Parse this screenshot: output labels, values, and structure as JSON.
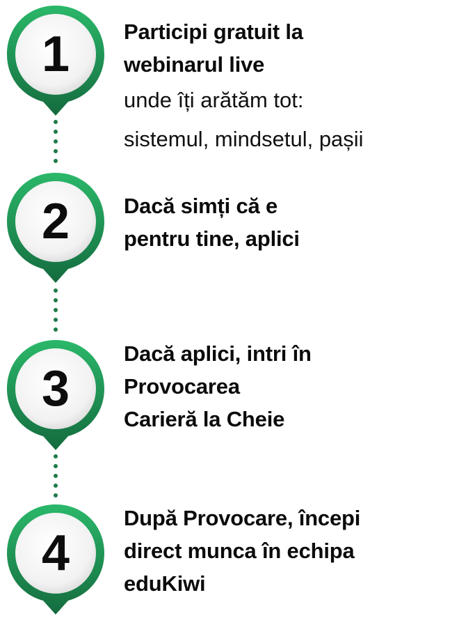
{
  "colors": {
    "accent": "#1f9d5a",
    "accent_dark": "#13653a",
    "text": "#0b0b0b"
  },
  "steps": [
    {
      "number": "1",
      "title_line1": "Participi gratuit la",
      "title_line2": "webinarul live",
      "title_line3": "",
      "sub_line1": "unde îți arătăm tot:",
      "sub_line2": "sistemul, mindsetul, pașii"
    },
    {
      "number": "2",
      "title_line1": "Dacă simți că e",
      "title_line2": "pentru tine, aplici",
      "title_line3": "",
      "sub_line1": "",
      "sub_line2": ""
    },
    {
      "number": "3",
      "title_line1": "Dacă aplici, intri în",
      "title_line2": "Provocarea",
      "title_line3": "Carieră la Cheie",
      "sub_line1": "",
      "sub_line2": ""
    },
    {
      "number": "4",
      "title_line1": "După Provocare, începi",
      "title_line2": "direct munca în echipa",
      "title_line3": "eduKiwi",
      "sub_line1": "",
      "sub_line2": ""
    }
  ]
}
